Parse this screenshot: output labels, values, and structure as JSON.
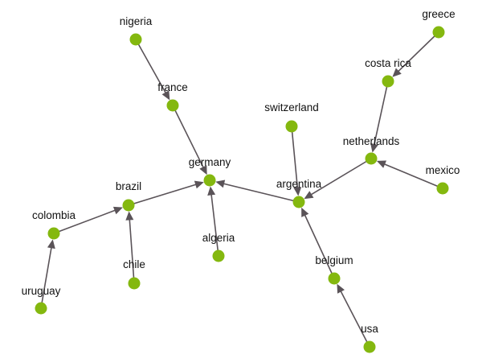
{
  "colors": {
    "node_fill": "#84b80f",
    "edge_stroke": "#5a5358",
    "label_text": "#111111",
    "background": "#ffffff"
  },
  "nodes": [
    {
      "id": "nigeria",
      "label": "nigeria"
    },
    {
      "id": "france",
      "label": "france"
    },
    {
      "id": "germany",
      "label": "germany"
    },
    {
      "id": "brazil",
      "label": "brazil"
    },
    {
      "id": "colombia",
      "label": "colombia"
    },
    {
      "id": "uruguay",
      "label": "uruguay"
    },
    {
      "id": "chile",
      "label": "chile"
    },
    {
      "id": "algeria",
      "label": "algeria"
    },
    {
      "id": "switzerland",
      "label": "switzerland"
    },
    {
      "id": "argentina",
      "label": "argentina"
    },
    {
      "id": "netherlands",
      "label": "netherlands"
    },
    {
      "id": "costa-rica",
      "label": "costa rica"
    },
    {
      "id": "greece",
      "label": "greece"
    },
    {
      "id": "mexico",
      "label": "mexico"
    },
    {
      "id": "belgium",
      "label": "belgium"
    },
    {
      "id": "usa",
      "label": "usa"
    }
  ],
  "edges": [
    {
      "from": "nigeria",
      "to": "france"
    },
    {
      "from": "france",
      "to": "germany"
    },
    {
      "from": "brazil",
      "to": "germany"
    },
    {
      "from": "argentina",
      "to": "germany"
    },
    {
      "from": "algeria",
      "to": "germany"
    },
    {
      "from": "colombia",
      "to": "brazil"
    },
    {
      "from": "uruguay",
      "to": "colombia"
    },
    {
      "from": "chile",
      "to": "brazil"
    },
    {
      "from": "switzerland",
      "to": "argentina"
    },
    {
      "from": "netherlands",
      "to": "argentina"
    },
    {
      "from": "belgium",
      "to": "argentina"
    },
    {
      "from": "usa",
      "to": "belgium"
    },
    {
      "from": "costa-rica",
      "to": "netherlands"
    },
    {
      "from": "greece",
      "to": "costa-rica"
    },
    {
      "from": "mexico",
      "to": "netherlands"
    }
  ]
}
